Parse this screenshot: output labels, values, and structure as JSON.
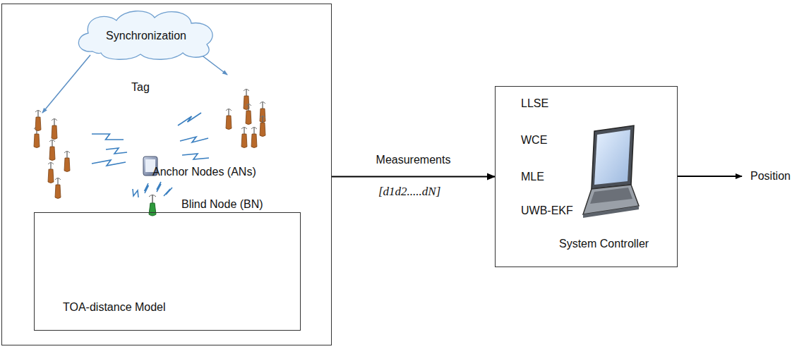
{
  "diagram": {
    "nodes": [
      {
        "text": [
          "Tag",
          "Anchor Nodes (ANs)"
        ]
      },
      {
        "text": [
          "Synchronization"
        ],
        "in": 0
      },
      {
        "text": [
          "Blind Node (BN)",
          "TOA-distance Model"
        ],
        "in": 0
      },
      {
        "text": [
          "LLSE",
          "WCE",
          "MLE",
          "UWB-EKF",
          "System Controller"
        ]
      }
    ],
    "edges": [
      {
        "from": 0,
        "to": 3,
        "arrow": "to",
        "label": "Measurements"
      }
    ],
    "labels": [
      "[d1d2.....dN]",
      "Position"
    ]
  }
}
